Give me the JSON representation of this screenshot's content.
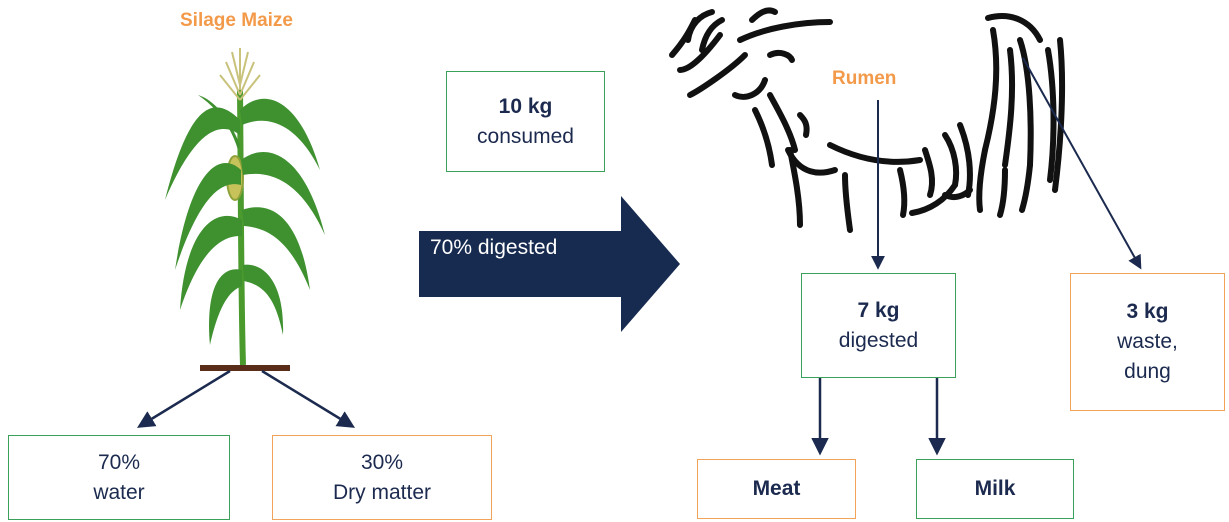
{
  "plant": {
    "title": "Silage Maize"
  },
  "consumed": {
    "amount": "10 kg",
    "label": "consumed"
  },
  "process_arrow": {
    "label": "70% digested"
  },
  "cow": {
    "rumen_label": "Rumen"
  },
  "water_box": {
    "percent": "70%",
    "label": "water"
  },
  "dry_box": {
    "percent": "30%",
    "label": "Dry matter"
  },
  "digested_box": {
    "amount": "7 kg",
    "label": "digested"
  },
  "waste_box": {
    "amount": "3 kg",
    "label_line1": "waste,",
    "label_line2": "dung"
  },
  "meat_box": {
    "label": "Meat"
  },
  "milk_box": {
    "label": "Milk"
  },
  "colors": {
    "navy": "#1b2a4e",
    "green": "#3aa05a",
    "orange": "#f39a4a"
  }
}
